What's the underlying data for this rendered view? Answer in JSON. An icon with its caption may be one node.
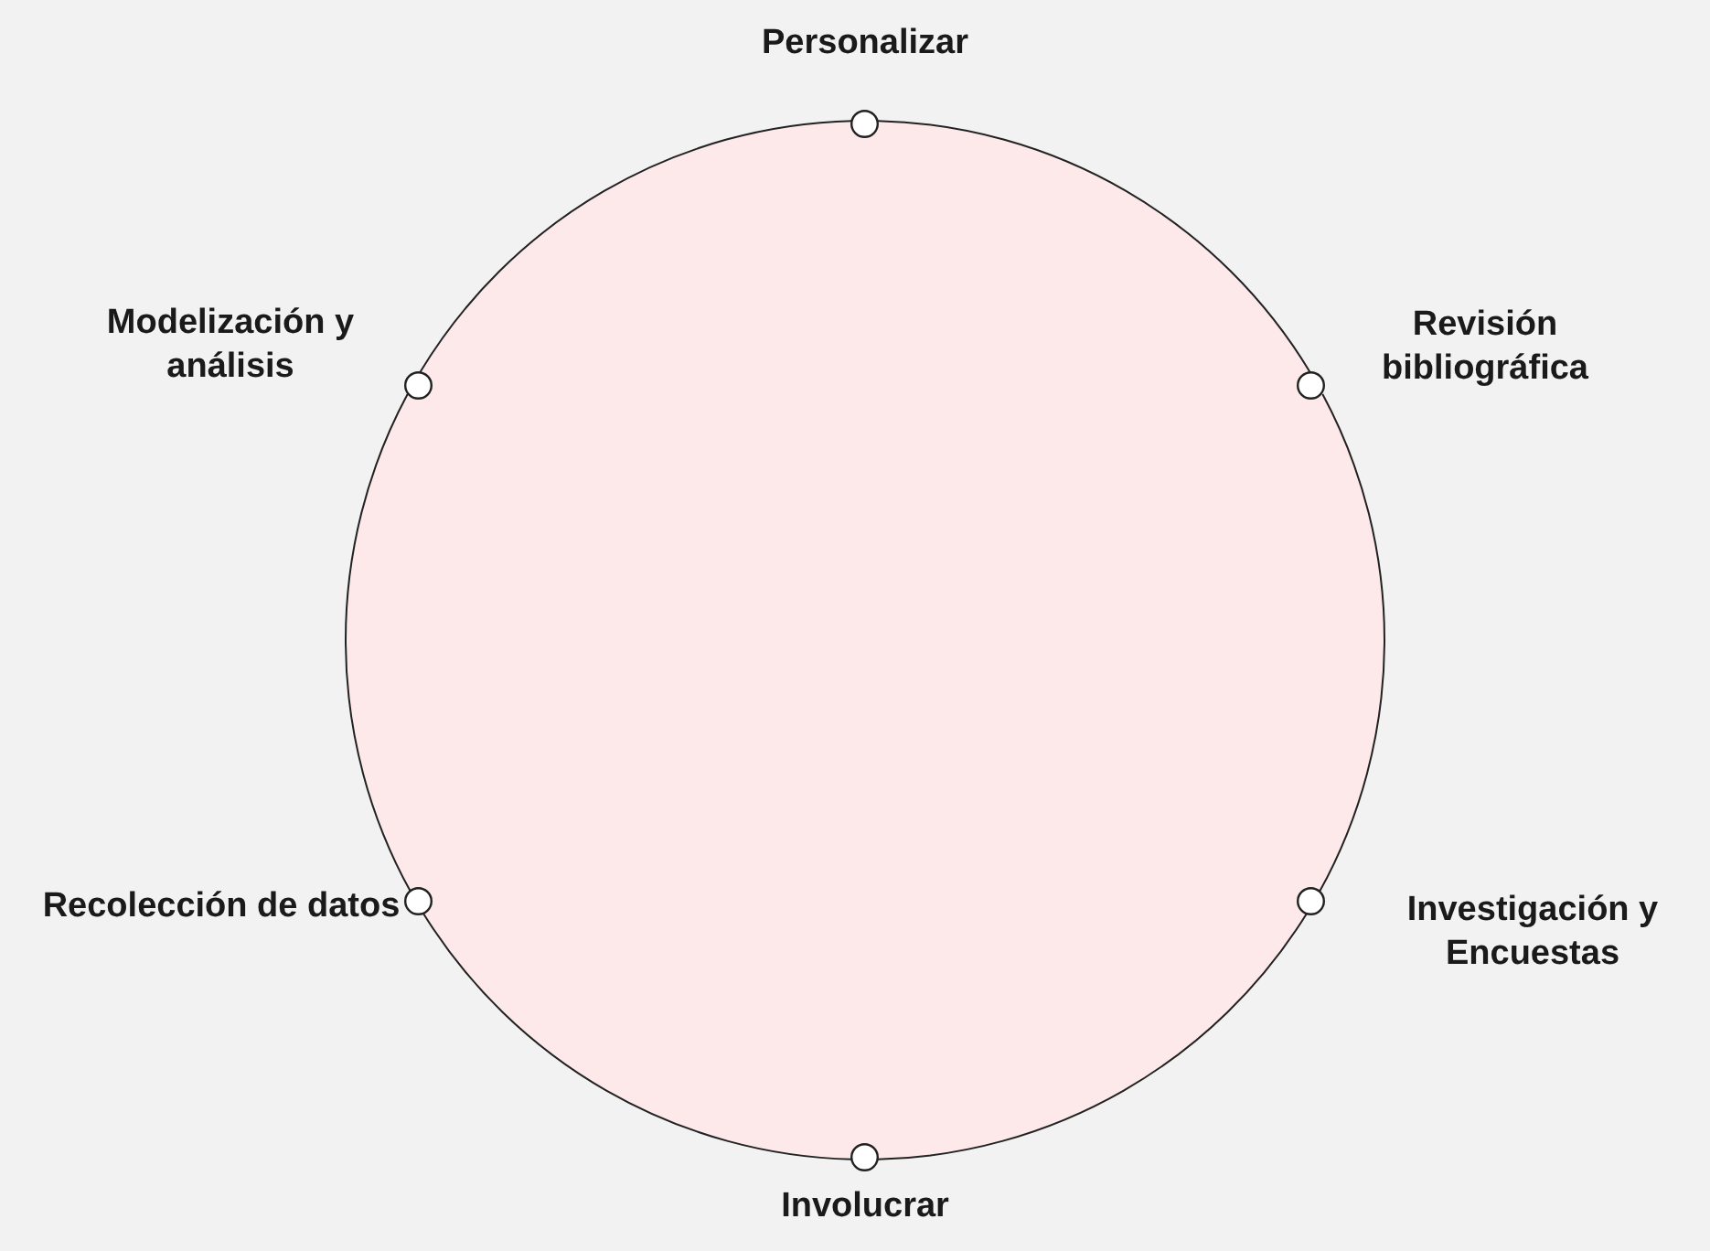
{
  "diagram": {
    "nodes": [
      {
        "text": [],
        "shape": "circle",
        "beside": [
          "Personalizar"
        ]
      },
      {
        "text": [],
        "shape": "circle",
        "beside": [
          "Modelización y análisis"
        ]
      },
      {
        "text": [],
        "shape": "circle",
        "beside": [
          "Revisión bibliográfica"
        ]
      },
      {
        "text": [],
        "shape": "circle",
        "beside": [
          "Recolección de datos"
        ]
      },
      {
        "text": [],
        "shape": "circle",
        "beside": [
          "Investigación y Encuestas"
        ]
      },
      {
        "text": [],
        "shape": "circle",
        "beside": [
          "Involucrar"
        ]
      }
    ],
    "edges": [
      {
        "from": 0,
        "to": 2,
        "arrow": "none"
      },
      {
        "from": 2,
        "to": 4,
        "arrow": "none"
      },
      {
        "from": 4,
        "to": 5,
        "arrow": "none"
      },
      {
        "from": 5,
        "to": 3,
        "arrow": "none"
      },
      {
        "from": 3,
        "to": 1,
        "arrow": "none"
      },
      {
        "from": 1,
        "to": 0,
        "arrow": "none"
      }
    ]
  }
}
